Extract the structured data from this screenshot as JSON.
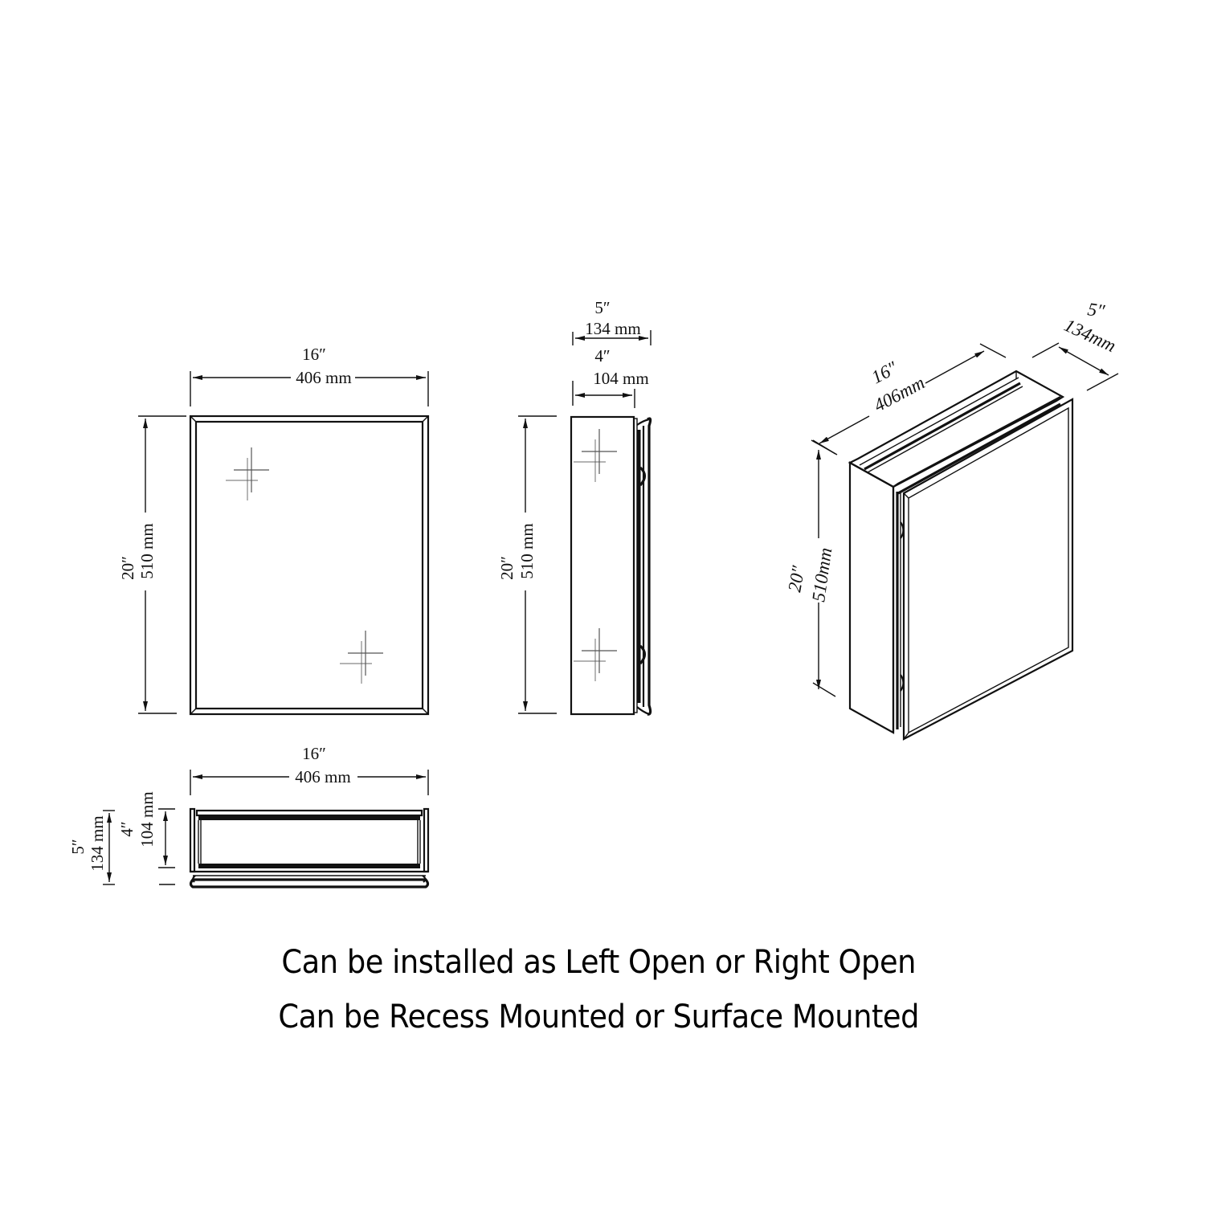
{
  "diagram": {
    "subject": "Medicine cabinet dimension drawing",
    "views": {
      "front": {
        "width": {
          "inch": "16″",
          "mm": "406 mm"
        },
        "height": {
          "inch": "20″",
          "mm": "510 mm"
        }
      },
      "side": {
        "overall_depth": {
          "inch": "5″",
          "mm": "134 mm"
        },
        "body_depth": {
          "inch": "4″",
          "mm": "104 mm"
        },
        "height": {
          "inch": "20″",
          "mm": "510 mm"
        }
      },
      "top": {
        "width": {
          "inch": "16″",
          "mm": "406 mm"
        },
        "overall_depth": {
          "inch": "5″",
          "mm": "134 mm"
        },
        "body_depth": {
          "inch": "4″",
          "mm": "104 mm"
        }
      },
      "isometric": {
        "width": {
          "inch": "16″",
          "mm": "406mm"
        },
        "depth": {
          "inch": "5″",
          "mm": "134mm"
        },
        "height": {
          "inch": "20″",
          "mm": "510mm"
        }
      }
    },
    "icons": {
      "sparkle": "mirror-reflection-sparkle",
      "arrow": "dimension-arrowhead"
    },
    "colors": {
      "line": "#111111",
      "background": "#ffffff",
      "text": "#000000"
    }
  },
  "captions": [
    "Can be installed as Left Open or Right Open",
    "Can be Recess Mounted or Surface Mounted"
  ]
}
